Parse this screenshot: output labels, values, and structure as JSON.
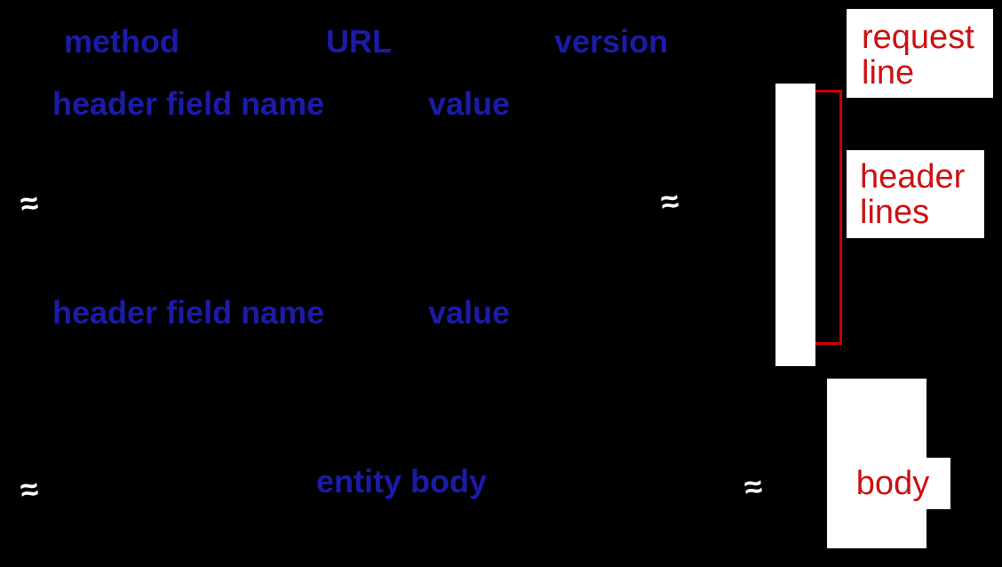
{
  "colors": {
    "background": "#000000",
    "blue": "#1b1ba8",
    "red": "#cc1111",
    "bracket": "#cc0000",
    "box": "#ffffff"
  },
  "request_line_row": {
    "method": "method",
    "url": "URL",
    "version": "version"
  },
  "header_line_1": {
    "field_name": "header field name",
    "value": "value"
  },
  "header_line_2": {
    "field_name": "header field name",
    "value": "value"
  },
  "body_row": {
    "entity_body": "entity body"
  },
  "callouts": {
    "request_line": {
      "line1": "request",
      "line2": "line"
    },
    "header_lines": {
      "line1": "header",
      "line2": "lines"
    },
    "body": {
      "label": "body"
    }
  },
  "break_mark": {
    "glyph": "≈"
  }
}
